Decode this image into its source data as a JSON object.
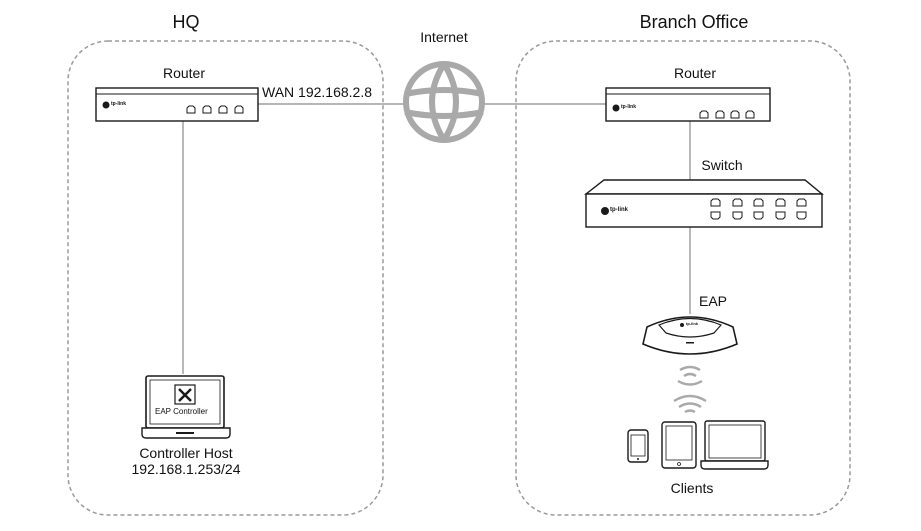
{
  "hq": {
    "title": "HQ",
    "router_label": "Router",
    "wan_label": "WAN 192.168.2.8",
    "router_brand": "tp-link",
    "laptop_app_label": "EAP Controller",
    "host_name": "Controller Host",
    "host_ip": "192.168.1.253/24"
  },
  "internet": {
    "label": "Internet"
  },
  "branch": {
    "title": "Branch Office",
    "router_label": "Router",
    "router_brand": "tp-link",
    "switch_label": "Switch",
    "switch_brand": "tp-link",
    "eap_label": "EAP",
    "eap_brand": "tp-link",
    "clients_label": "Clients"
  },
  "colors": {
    "line": "#8a8a8a",
    "border_dashed": "#9a9a9a",
    "device_stroke": "#1a1a1a",
    "globe": "#a9a9a9"
  }
}
